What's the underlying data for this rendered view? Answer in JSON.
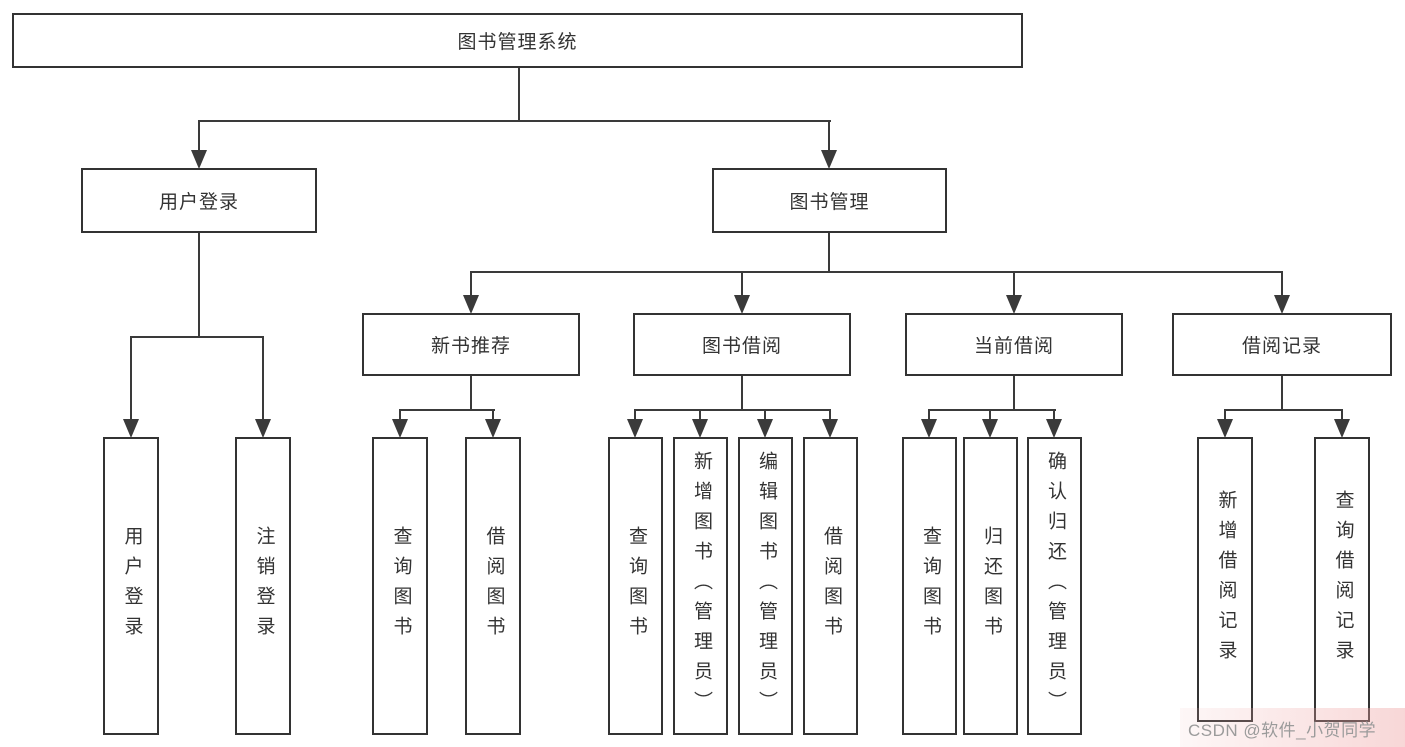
{
  "diagram": {
    "root": {
      "label": "图书管理系统"
    },
    "level2": [
      {
        "label": "用户登录"
      },
      {
        "label": "图书管理"
      }
    ],
    "level3": [
      {
        "label": "新书推荐"
      },
      {
        "label": "图书借阅"
      },
      {
        "label": "当前借阅"
      },
      {
        "label": "借阅记录"
      }
    ],
    "leaves": {
      "user_login": [
        {
          "label": "用户登录"
        },
        {
          "label": "注销登录"
        }
      ],
      "new_book": [
        {
          "label": "查询图书"
        },
        {
          "label": "借阅图书"
        }
      ],
      "borrow": [
        {
          "label": "查询图书"
        },
        {
          "label": "新增图书（管理员）"
        },
        {
          "label": "编辑图书（管理员）"
        },
        {
          "label": "借阅图书"
        }
      ],
      "current": [
        {
          "label": "查询图书"
        },
        {
          "label": "归还图书"
        },
        {
          "label": "确认归还（管理员）"
        }
      ],
      "records": [
        {
          "label": "新增借阅记录"
        },
        {
          "label": "查询借阅记录"
        }
      ]
    },
    "colors": {
      "line": "#3a3a3a",
      "border": "#333333",
      "text": "#333333",
      "background": "#ffffff",
      "watermark_text": "#9b9b9b",
      "watermark_tint": "#eeb0b0"
    }
  },
  "watermark": {
    "text": "CSDN @软件_小贺同学"
  }
}
